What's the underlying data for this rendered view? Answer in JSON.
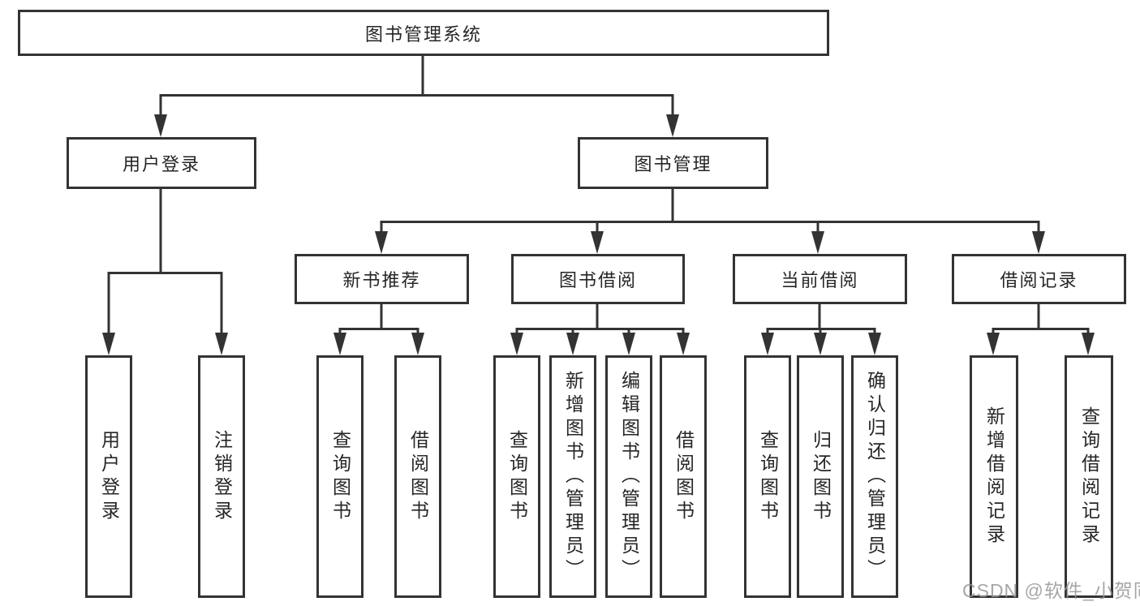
{
  "diagram": {
    "root_label": "图书管理系统",
    "level2": [
      "用户登录",
      "图书管理"
    ],
    "level3": [
      "新书推荐",
      "图书借阅",
      "当前借阅",
      "借阅记录"
    ],
    "leaves": {
      "user_login": [
        "用户登录",
        "注销登录"
      ],
      "new_book_recommend": [
        "查询图书",
        "借阅图书"
      ],
      "book_borrow": [
        "查询图书",
        "新增图书（管理员）",
        "编辑图书（管理员）",
        "借阅图书"
      ],
      "current_borrow": [
        "查询图书",
        "归还图书",
        "确认归还（管理员）"
      ],
      "borrow_records": [
        "新增借阅记录",
        "查询借阅记录"
      ]
    },
    "watermark": "CSDN @软件_小贺同学",
    "colors": {
      "line": "#333333",
      "text": "#262626",
      "watermark": "#969696",
      "background": "#ffffff"
    }
  }
}
